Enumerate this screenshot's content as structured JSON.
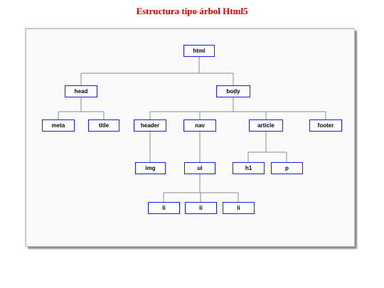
{
  "title": "Estructura tipo árbol Html5",
  "colors": {
    "title": "#e60000",
    "node_border": "#1a1aff",
    "connector": "#8c8c8c"
  },
  "tree": {
    "html": "html",
    "head": "head",
    "body": "body",
    "meta": "meta",
    "title": "title",
    "header": "header",
    "nav": "nav",
    "article": "article",
    "footer": "footer",
    "img": "img",
    "ul": "ul",
    "h1": "h1",
    "p": "p",
    "li_1": "li",
    "li_2": "li",
    "li_3": "li"
  }
}
